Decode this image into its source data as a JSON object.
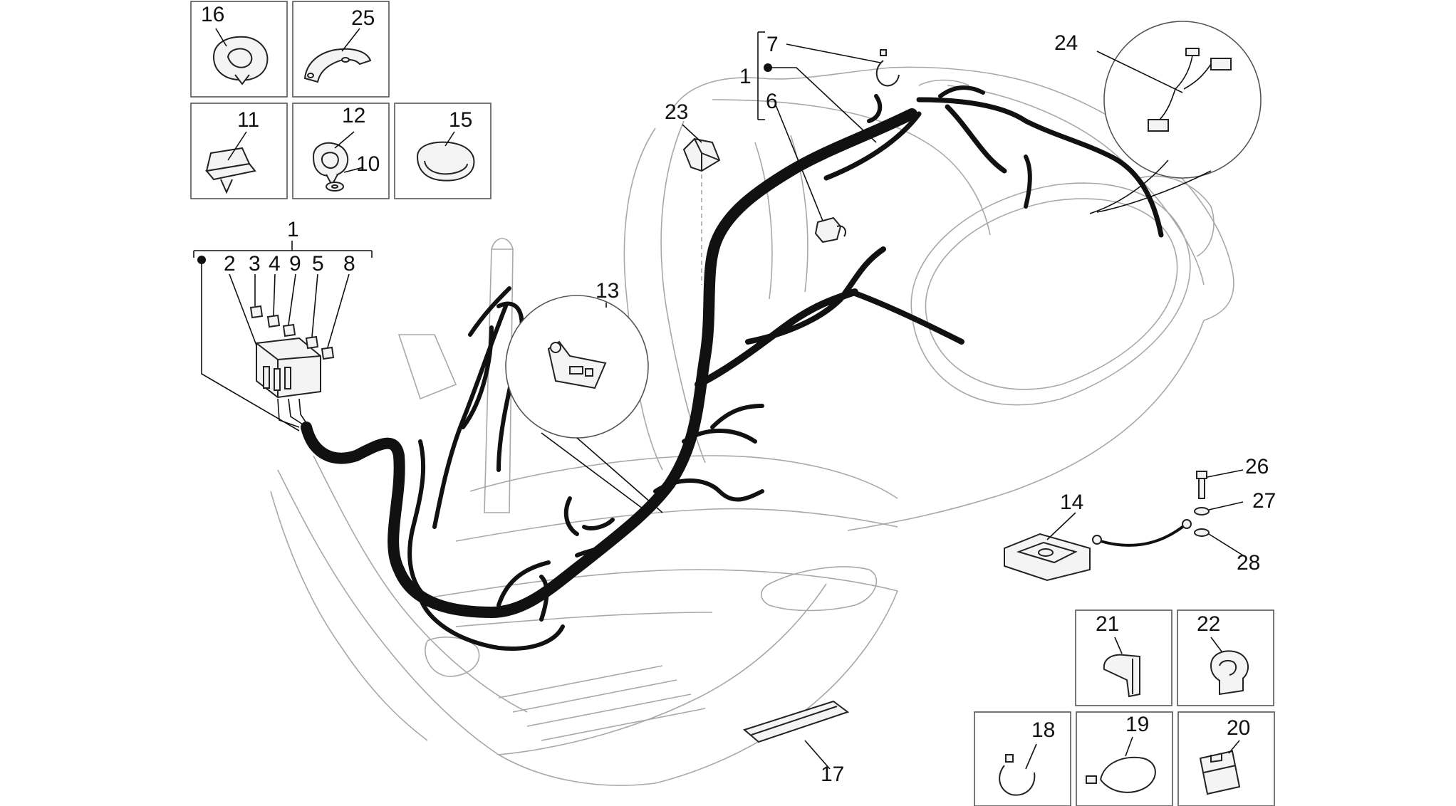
{
  "callouts": {
    "n1_top": "1",
    "n1_left": "1",
    "n2": "2",
    "n3": "3",
    "n4": "4",
    "n5": "5",
    "n6": "6",
    "n7": "7",
    "n8": "8",
    "n9": "9",
    "n10": "10",
    "n11": "11",
    "n12": "12",
    "n13": "13",
    "n14": "14",
    "n15": "15",
    "n16": "16",
    "n17": "17",
    "n18": "18",
    "n19": "19",
    "n20": "20",
    "n21": "21",
    "n22": "22",
    "n23": "23",
    "n24": "24",
    "n25": "25",
    "n26": "26",
    "n27": "27",
    "n28": "28"
  },
  "colors": {
    "ink": "#111111",
    "outline": "#a8a8a8",
    "background": "#ffffff"
  }
}
